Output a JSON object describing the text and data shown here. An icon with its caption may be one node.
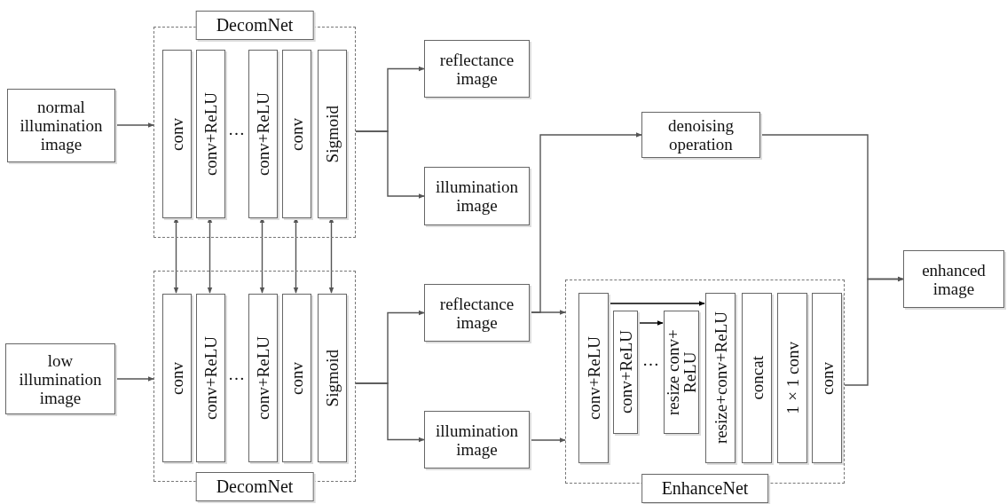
{
  "diagram": {
    "nodes": [
      {
        "text": [
          "normal illumination image"
        ]
      },
      {
        "text": [
          "DecomNet"
        ]
      },
      {
        "text": [
          "conv"
        ],
        "in": 1
      },
      {
        "text": [
          "conv+ReLU"
        ],
        "in": 1
      },
      {
        "text": [
          "conv+ReLU"
        ],
        "in": 1
      },
      {
        "text": [
          "conv"
        ],
        "in": 1
      },
      {
        "text": [
          "Sigmoid"
        ],
        "in": 1
      },
      {
        "text": [
          "low illumination image"
        ]
      },
      {
        "text": [
          "DecomNet"
        ]
      },
      {
        "text": [
          "conv"
        ],
        "in": 8
      },
      {
        "text": [
          "conv+ReLU"
        ],
        "in": 8
      },
      {
        "text": [
          "conv+ReLU"
        ],
        "in": 8
      },
      {
        "text": [
          "conv"
        ],
        "in": 8
      },
      {
        "text": [
          "Sigmoid"
        ],
        "in": 8
      },
      {
        "text": [
          "reflectance image"
        ]
      },
      {
        "text": [
          "illumination image"
        ]
      },
      {
        "text": [
          "denoising operation"
        ]
      },
      {
        "text": [
          "reflectance image"
        ]
      },
      {
        "text": [
          "illumination image"
        ]
      },
      {
        "text": [
          "EnhanceNet"
        ]
      },
      {
        "text": [
          "conv+ReLU"
        ],
        "in": 19
      },
      {
        "text": [
          "conv+ReLU"
        ],
        "in": 19
      },
      {
        "text": [
          "resize conv+ ReLU"
        ],
        "in": 19
      },
      {
        "text": [
          "resize+conv+ReLU"
        ],
        "in": 19
      },
      {
        "text": [
          "concat"
        ],
        "in": 19
      },
      {
        "text": [
          "1×1 conv"
        ],
        "in": 19
      },
      {
        "text": [
          "conv"
        ],
        "in": 19
      },
      {
        "text": [
          "enhanced image"
        ]
      }
    ],
    "edges": [
      {
        "from": 0,
        "to": 1,
        "arrow": "to"
      },
      {
        "from": 7,
        "to": 8,
        "arrow": "to"
      },
      {
        "from": 2,
        "to": 9,
        "arrow": "both"
      },
      {
        "from": 3,
        "to": 10,
        "arrow": "both"
      },
      {
        "from": 4,
        "to": 11,
        "arrow": "both"
      },
      {
        "from": 5,
        "to": 12,
        "arrow": "both"
      },
      {
        "from": 6,
        "to": 13,
        "arrow": "both"
      },
      {
        "from": 1,
        "to": 14,
        "arrow": "to"
      },
      {
        "from": 1,
        "to": 15,
        "arrow": "to"
      },
      {
        "from": 8,
        "to": 17,
        "arrow": "to"
      },
      {
        "from": 8,
        "to": 18,
        "arrow": "to"
      },
      {
        "from": 17,
        "to": 16,
        "arrow": "to"
      },
      {
        "from": 17,
        "to": 19,
        "arrow": "to"
      },
      {
        "from": 18,
        "to": 19,
        "arrow": "to"
      },
      {
        "from": 20,
        "to": 23,
        "arrow": "to",
        "color": "#000000"
      },
      {
        "from": 21,
        "to": 22,
        "arrow": "to",
        "color": "#000000"
      },
      {
        "from": 16,
        "to": 27,
        "arrow": "to"
      },
      {
        "from": 19,
        "to": 27,
        "arrow": "to"
      }
    ],
    "labels": [
      "…",
      "…",
      "…"
    ]
  }
}
